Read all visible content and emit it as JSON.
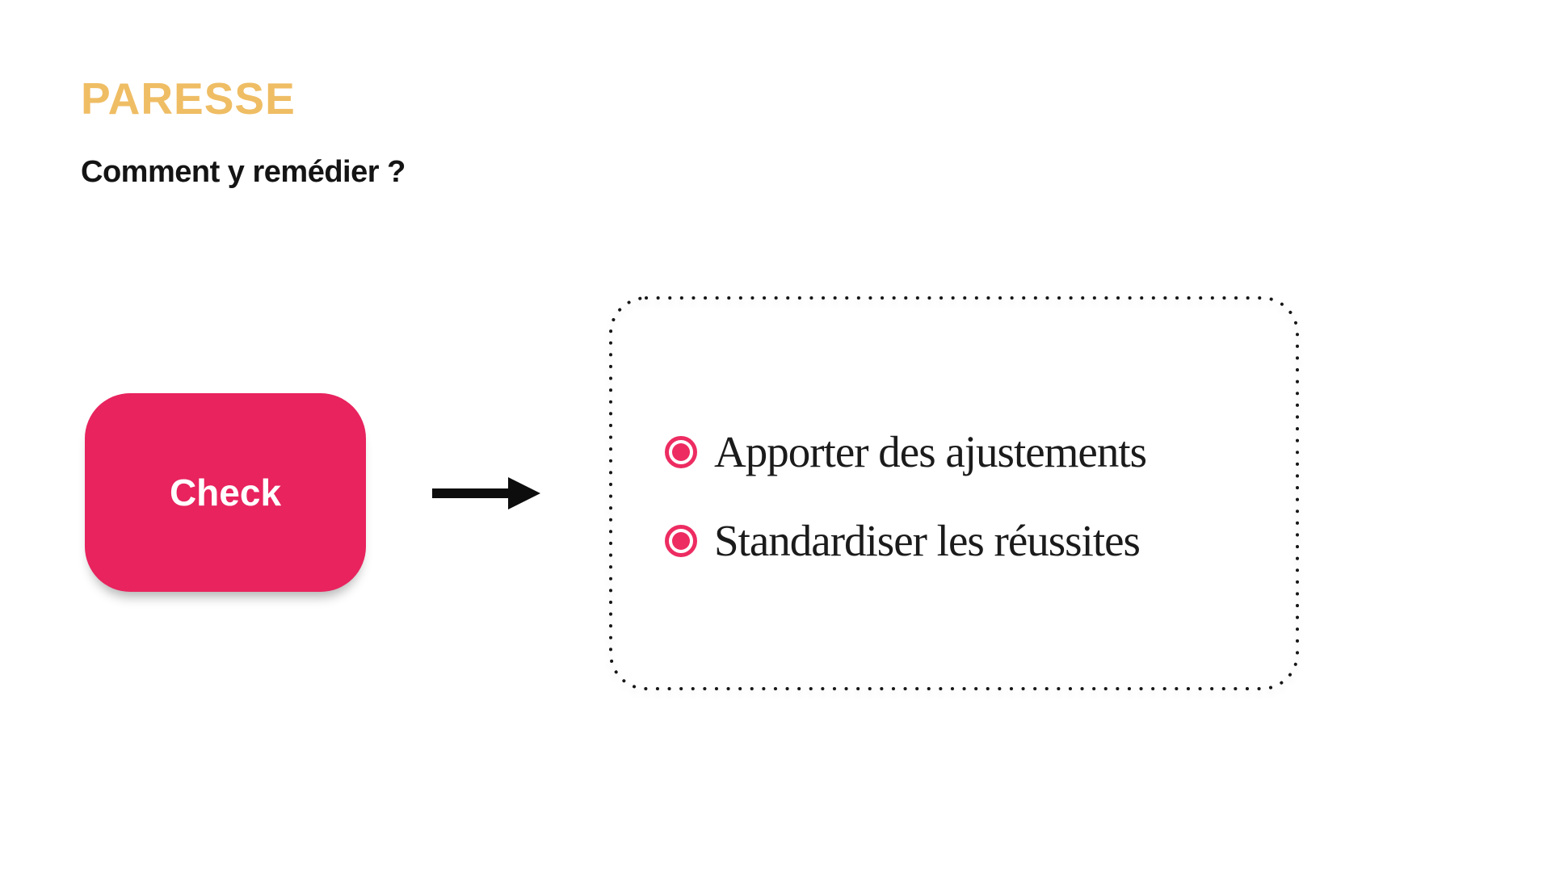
{
  "slide": {
    "title": "PARESSE",
    "subtitle": "Comment y remédier ?"
  },
  "diagram": {
    "node": {
      "label": "Check"
    },
    "arrow": {
      "direction": "right"
    },
    "items": [
      {
        "label": "Apporter des ajustements"
      },
      {
        "label": "Standardiser les réussites"
      }
    ]
  },
  "colors": {
    "accent_pink": "#e8235e",
    "bullet_pink": "#ed2c62",
    "title_gold": "#efbd64",
    "text_dark": "#1b1b1b",
    "node_text": "#ffffff",
    "arrow_black": "#0d0d0d"
  }
}
